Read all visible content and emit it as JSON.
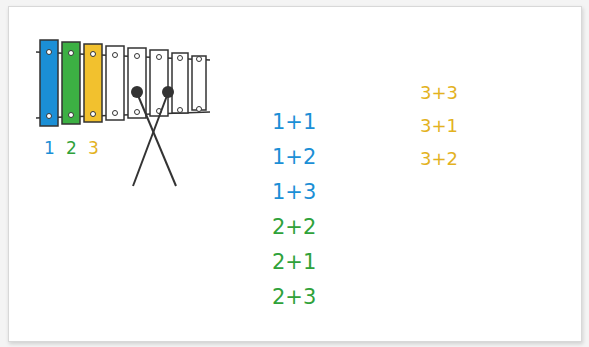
{
  "diagram": {
    "labels": [
      "1",
      "2",
      "3",
      "1+1",
      "1+2",
      "1+3",
      "2+2",
      "2+1",
      "2+3",
      "3+3",
      "3+1",
      "3+2"
    ]
  }
}
